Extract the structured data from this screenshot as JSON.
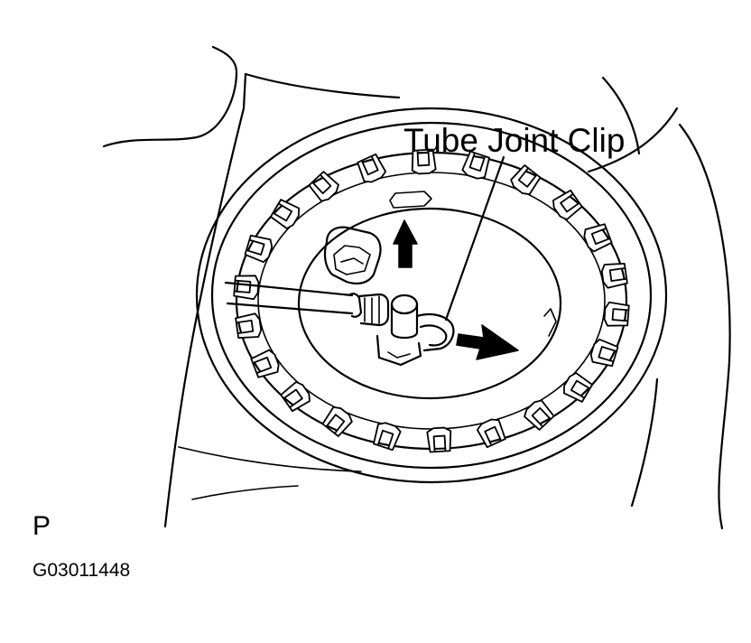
{
  "callout": {
    "label": "Tube Joint Clip"
  },
  "view_marker": "P",
  "figure_code": "G03011448",
  "icons": [
    "up-arrow-icon",
    "right-arrow-icon"
  ],
  "colors": {
    "ink": "#000000",
    "paper": "#ffffff"
  }
}
